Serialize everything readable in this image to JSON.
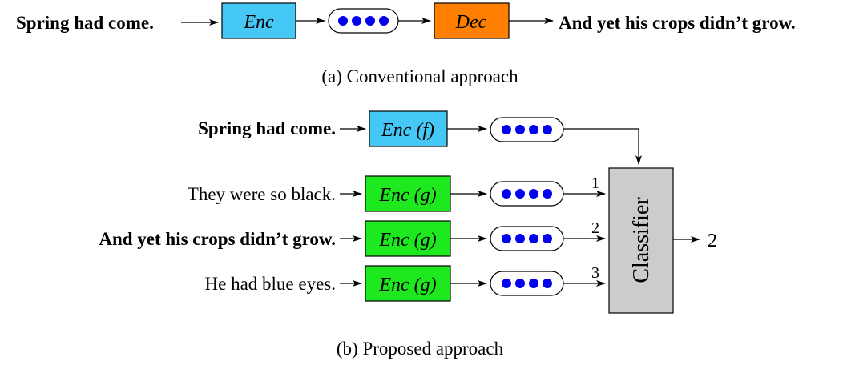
{
  "colors": {
    "enc": "#45c8f5",
    "dec": "#ff8000",
    "enc_g": "#1ee81e",
    "classifier": "#cccccc",
    "dot": "#0000ee"
  },
  "panel_a": {
    "input": "Spring had come.",
    "enc_label": "Enc",
    "dec_label": "Dec",
    "output": "And yet his crops didn’t grow.",
    "caption": "(a)  Conventional approach"
  },
  "panel_b": {
    "context": "Spring had come.",
    "enc_f_label": "Enc (f)",
    "candidates": [
      {
        "text": "They were so black.",
        "bold": false,
        "enc_label": "Enc (g)",
        "index": "1"
      },
      {
        "text": "And yet his crops didn’t grow.",
        "bold": true,
        "enc_label": "Enc (g)",
        "index": "2"
      },
      {
        "text": "He had blue eyes.",
        "bold": false,
        "enc_label": "Enc (g)",
        "index": "3"
      }
    ],
    "classifier_label": "Classifier",
    "output": "2",
    "caption": "(b)  Proposed approach"
  }
}
